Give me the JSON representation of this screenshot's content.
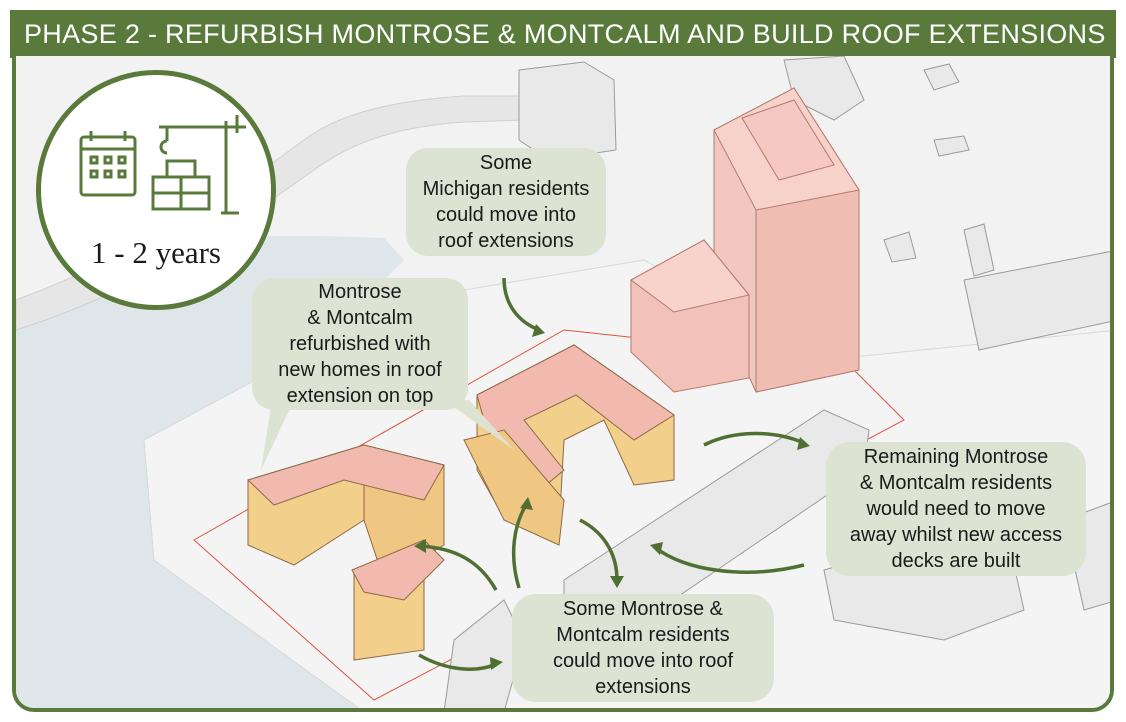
{
  "header": {
    "title": "PHASE 2 - REFURBISH MONTROSE & MONTCALM AND BUILD ROOF EXTENSIONS"
  },
  "duration": {
    "label": "1 - 2 years",
    "icons": [
      "calendar-icon",
      "crane-icon",
      "bricks-icon"
    ]
  },
  "callouts": {
    "michigan": "Some\nMichigan residents\ncould move into\nroof extensions",
    "refurbished": "Montrose\n& Montcalm\nrefurbished with\nnew homes in roof\nextension on top",
    "remaining": "Remaining Montrose\n& Montcalm residents\nwould need to move\naway whilst new access\ndecks are built",
    "some_move": "Some Montrose &\nMontcalm residents\ncould move into roof\nextensions"
  },
  "colors": {
    "brand_green": "#5a7a3c",
    "bubble_fill": "#dde3d2",
    "roof_pink": "#f2b9ae",
    "facade_yellow": "#f3cf8c",
    "water_blue": "#dfe6ea",
    "ground_grey": "#eeeeee",
    "arrow_green": "#4f6f33",
    "site_outline_red": "#e0533d"
  }
}
